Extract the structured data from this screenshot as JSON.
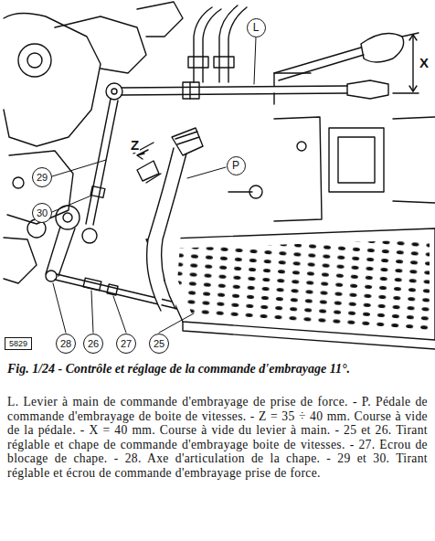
{
  "diagram": {
    "caption": "Fig. 1/24 - Contrôle et réglage de la commande d'embrayage 11°.",
    "nodes": [
      {
        "text": [
          "L"
        ]
      },
      {
        "text": [
          "P"
        ]
      },
      {
        "text": [
          "29"
        ]
      },
      {
        "text": [
          "30"
        ]
      },
      {
        "text": [
          "5829"
        ]
      },
      {
        "text": [
          "28"
        ]
      },
      {
        "text": [
          "26"
        ]
      },
      {
        "text": [
          "27"
        ]
      },
      {
        "text": [
          "25"
        ]
      }
    ],
    "labels": [
      "Z",
      "X",
      "L. Levier à main de commande d'embrayage de prise de force. - P. Pédale de commande d'embrayage de boite de vitesses. - Z = 35 ÷ 40 mm. Course à vide de la pédale. - X = 40 mm. Course à vide du levier à main. - 25 et 26. Tirant réglable et chape de commande d'embrayage boite de vitesses. - 27. Ecrou de blocage de chape. - 28. Axe d'articulation de la chape. - 29 et 30. Tirant réglable et écrou de commande d'embrayage prise de force."
    ]
  }
}
